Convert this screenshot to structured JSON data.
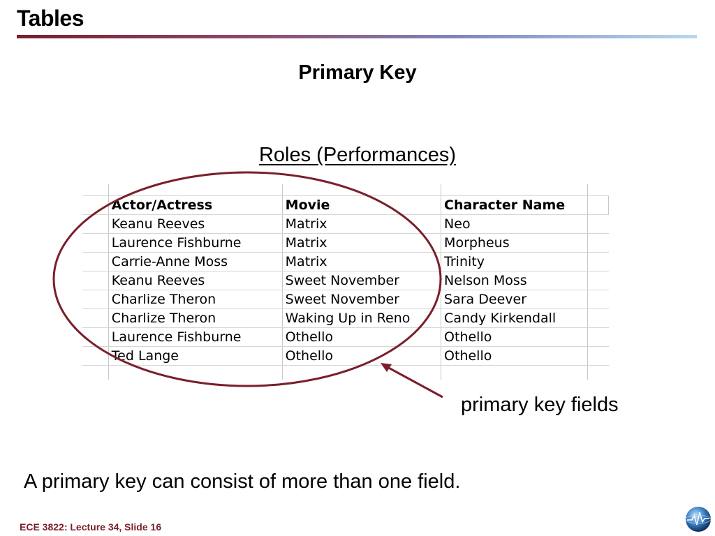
{
  "slide": {
    "title": "Tables",
    "subtitle": "Primary Key",
    "table_caption": "Roles (Performances)",
    "callout": "primary key fields",
    "statement": "A primary key can consist of more than one field.",
    "footer": "ECE 3822: Lecture 34, Slide 16"
  },
  "table": {
    "headers": [
      "Actor/Actress",
      "Movie",
      "Character Name"
    ],
    "rows": [
      [
        "Keanu Reeves",
        "Matrix",
        "Neo"
      ],
      [
        "Laurence Fishburne",
        "Matrix",
        "Morpheus"
      ],
      [
        "Carrie-Anne Moss",
        "Matrix",
        "Trinity"
      ],
      [
        "Keanu Reeves",
        "Sweet November",
        "Nelson Moss"
      ],
      [
        "Charlize Theron",
        "Sweet November",
        "Sara Deever"
      ],
      [
        "Charlize Theron",
        "Waking Up in Reno",
        "Candy Kirkendall"
      ],
      [
        "Laurence Fishburne",
        "Othello",
        "Othello"
      ],
      [
        "Ted Lange",
        "Othello",
        "Othello"
      ]
    ]
  },
  "colors": {
    "accent": "#7a1f2b",
    "ellipse": "#7a1f2b"
  },
  "icons": {
    "logo": "globe-logo-icon"
  }
}
